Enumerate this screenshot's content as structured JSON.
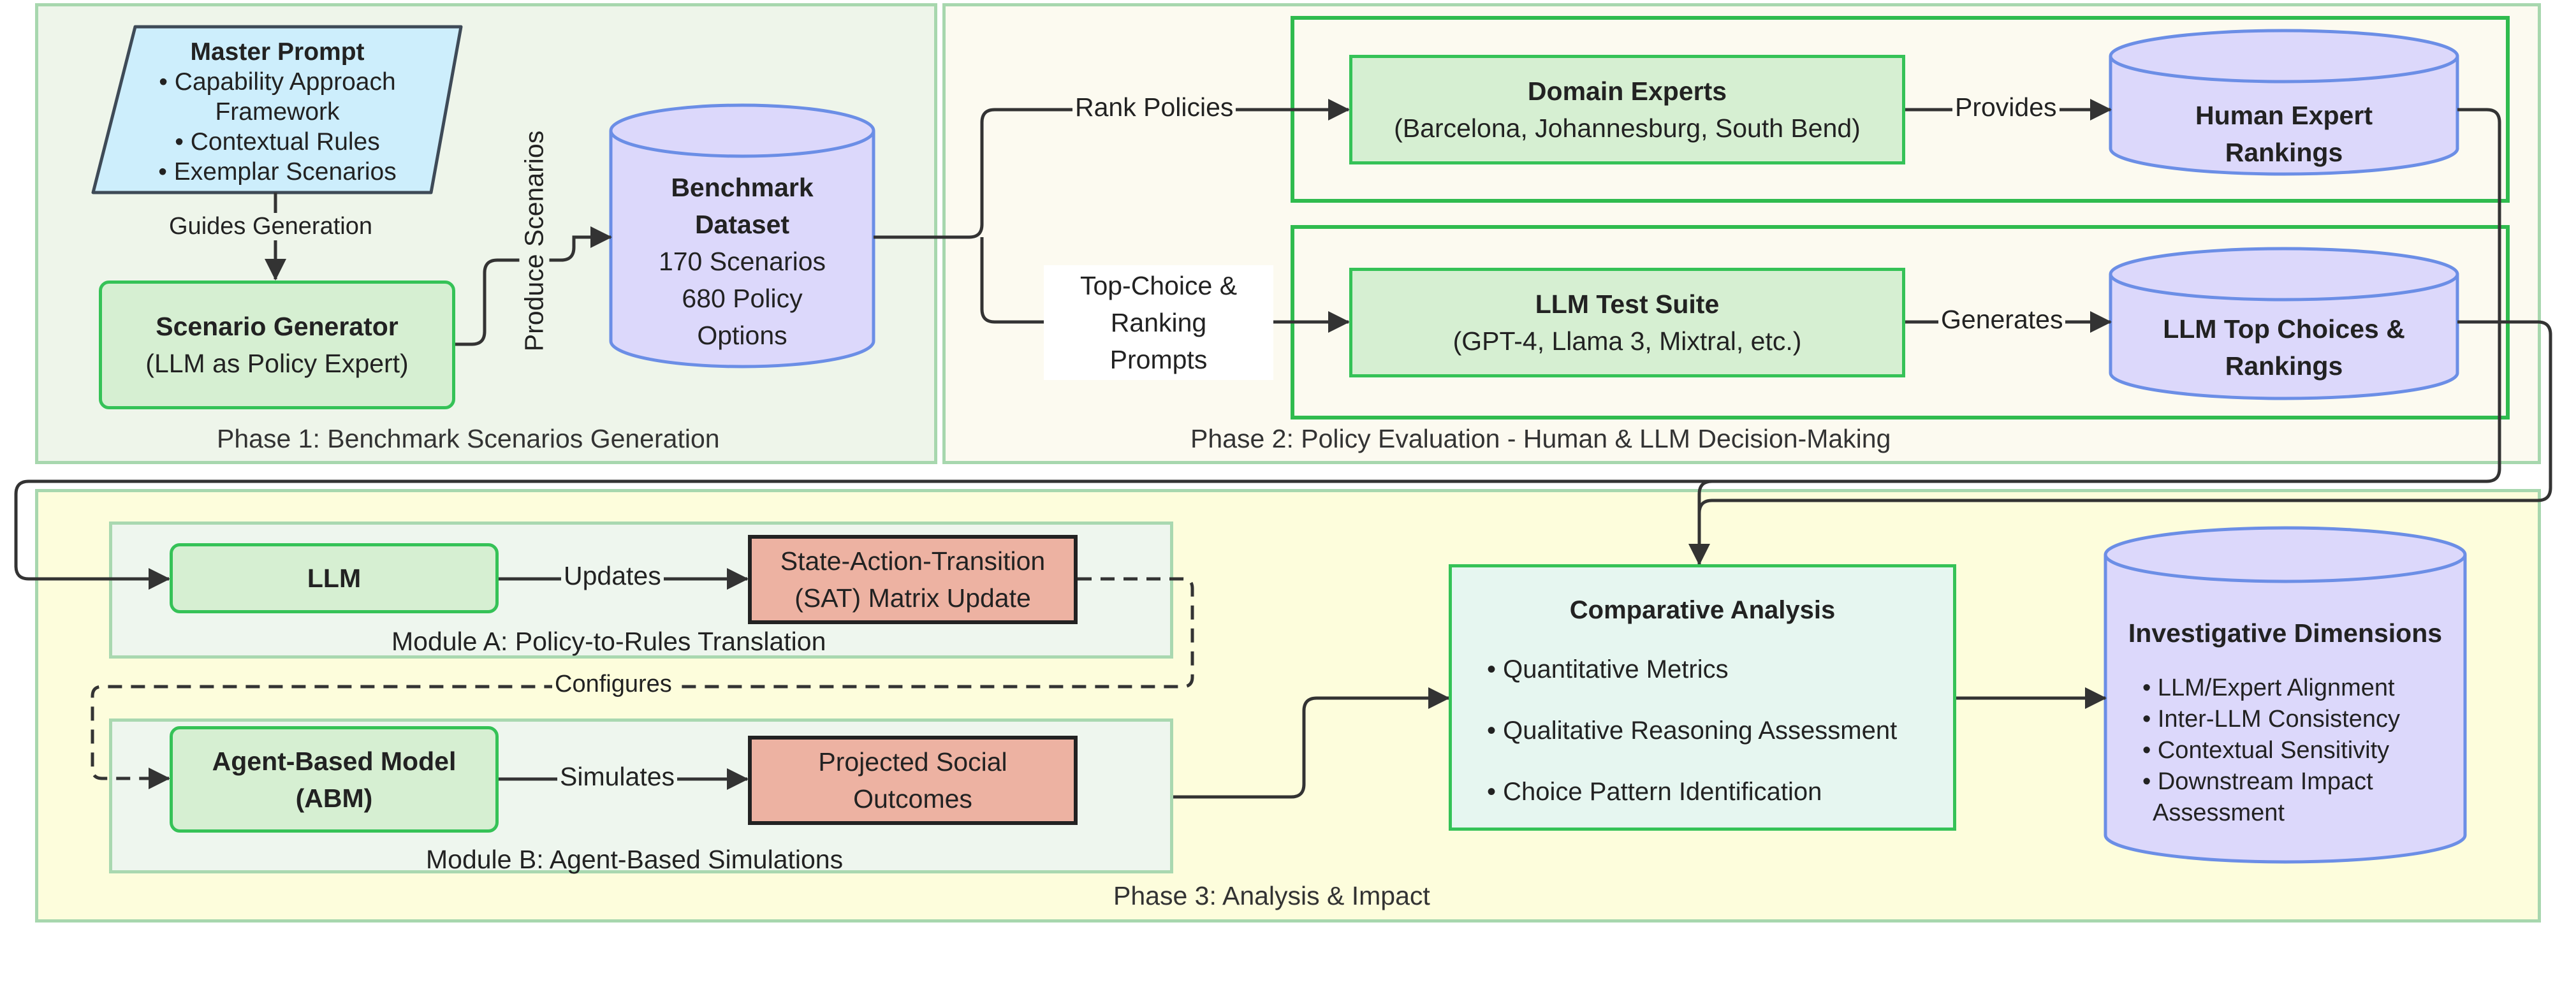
{
  "phase1": {
    "label": "Phase 1: Benchmark Scenarios Generation",
    "master_prompt": {
      "title": "Master Prompt",
      "lines": [
        "• Capability Approach",
        "Framework",
        "• Contextual Rules",
        "• Exemplar Scenarios"
      ]
    },
    "guides_label": "Guides Generation",
    "scenario_generator": {
      "title": "Scenario Generator",
      "subtitle": "(LLM as Policy Expert)"
    },
    "produce_label": "Produce Scenarios",
    "benchmark": {
      "title_line1": "Benchmark",
      "title_line2": "Dataset",
      "lines": [
        "170 Scenarios",
        "680 Policy",
        "Options"
      ]
    }
  },
  "phase2": {
    "label": "Phase 2: Policy Evaluation - Human & LLM Decision-Making",
    "rank_label": "Rank Policies",
    "prompts_label": [
      "Top-Choice &",
      "Ranking",
      "Prompts"
    ],
    "domain_experts": {
      "title": "Domain Experts",
      "subtitle": "(Barcelona, Johannesburg, South Bend)"
    },
    "provides_label": "Provides",
    "human_rankings": {
      "lines": [
        "Human Expert",
        "Rankings"
      ]
    },
    "llm_suite": {
      "title": "LLM Test Suite",
      "subtitle": "(GPT-4, Llama 3, Mixtral, etc.)"
    },
    "generates_label": "Generates",
    "llm_rankings": {
      "lines": [
        "LLM Top Choices &",
        "Rankings"
      ]
    }
  },
  "phase3": {
    "label": "Phase 3: Analysis & Impact",
    "module_a": {
      "label": "Module A: Policy-to-Rules Translation",
      "llm": "LLM",
      "updates_label": "Updates",
      "sat": [
        "State-Action-Transition",
        "(SAT) Matrix Update"
      ]
    },
    "configures_label": "Configures",
    "module_b": {
      "label": "Module B: Agent-Based Simulations",
      "abm": [
        "Agent-Based Model",
        "(ABM)"
      ],
      "simulates_label": "Simulates",
      "outcomes": [
        "Projected Social",
        "Outcomes"
      ]
    },
    "comparative": {
      "title": "Comparative Analysis",
      "items": [
        "• Quantitative Metrics",
        "• Qualitative Reasoning Assessment",
        "• Choice Pattern Identification"
      ]
    },
    "investigative": {
      "title": "Investigative Dimensions",
      "items": [
        "• LLM/Expert Alignment",
        "• Inter-LLM Consistency",
        "• Contextual Sensitivity",
        "• Downstream Impact",
        "Assessment"
      ]
    }
  },
  "colors": {
    "phase1_bg": "#eef5ea",
    "phase2_bg": "#fcfaf0",
    "phase3_bg": "#fdfddc",
    "process_fill": "#d6efd2",
    "process_border": "#35c257",
    "database_fill": "#dcd8fb",
    "database_border": "#6b8ee6",
    "prompt_fill": "#cdeefc",
    "output_fill": "#edb2a2",
    "analysis_fill": "#e6f6f0"
  }
}
